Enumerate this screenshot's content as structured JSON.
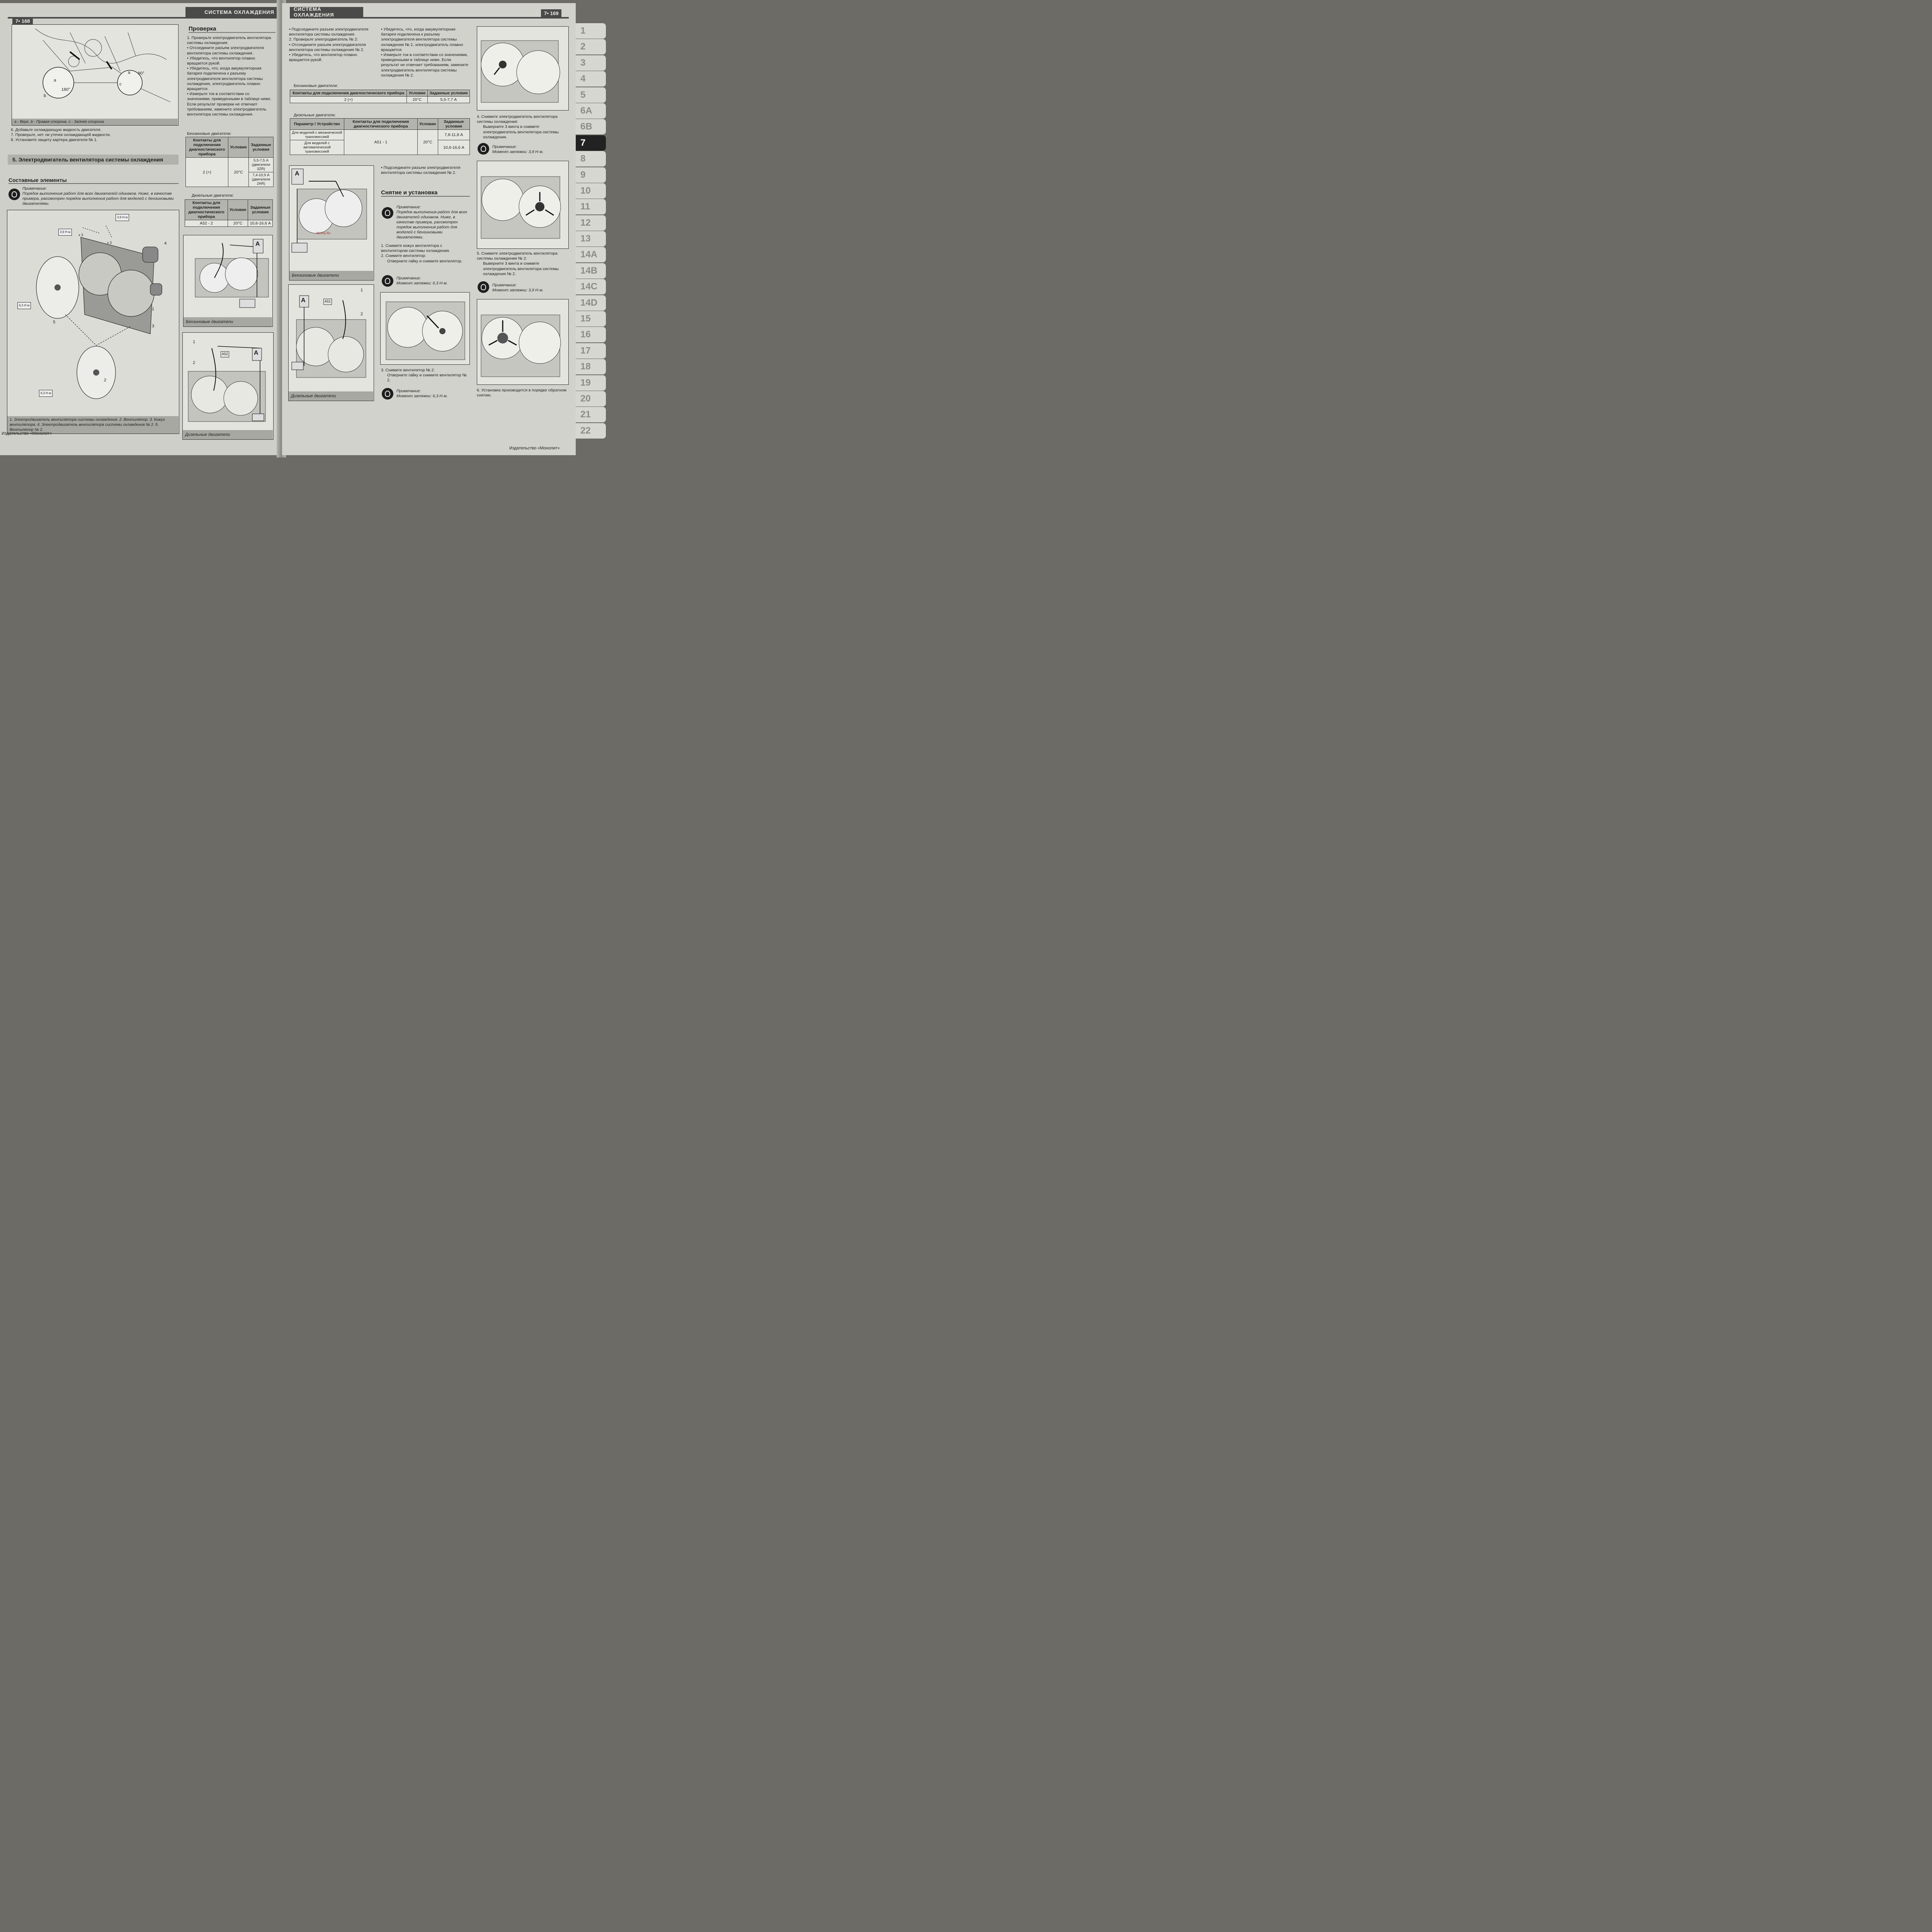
{
  "left_page": {
    "running_head": "СИСТЕМА ОХЛАЖДЕНИЯ",
    "page_number": "168",
    "top_figure": {
      "labels": {
        "a": "a",
        "b": "b",
        "c": "c",
        "deg180": "180°",
        "deg90": "90°"
      },
      "caption": "a - Верх. b - Правая сторона. c - Задняя сторона."
    },
    "steps_top": [
      "6. Добавьте охлаждающую жидкость двигателя.",
      "7. Проверьте, нет ли утечек охлаждающей жидкости.",
      "8. Установите защиту картера двигателя № 1."
    ],
    "section_title": "5. Электродвигатель вентилятора системы охлаждения",
    "subsection_title": "Составные элементы",
    "note": {
      "title": "Примечание:",
      "text": "Порядок выполнения работ для всех двигателей одинаков. Ниже, в качестве примера, рассмотрен порядок выполнения работ для моделей с бензиновыми двигателями."
    },
    "exploded": {
      "torque_a": "3,9 Н·м",
      "torque_b": "3,9 Н·м",
      "torque_c": "6,3 Н·м",
      "torque_d": "6,3 Н·м",
      "x3a": "x 3",
      "x3b": "x 3",
      "n1": "1",
      "n2": "2",
      "n3": "3",
      "n4": "4",
      "n5": "5",
      "caption": "1. Электродвигатель вентилятора системы охлаждения. 2. Вентилятор. 3. Кожух вентилятора. 4. Электродвигатель вентилятора системы охлаждения № 2. 5. Вентилятор № 2."
    },
    "check_title": "Проверка",
    "check_text": [
      "1. Проверьте электродвигатель вентилятора системы охлаждения:",
      "• Отсоедините разъем электродвигателя вентилятора системы охлаждения.",
      "• Убедитесь, что вентилятор плавно вращается рукой.",
      "• Убедитесь, что, когда аккумуляторная батарея подключена к разъему электродвигателя вентилятора системы охлаждения, электродвигатель плавно вращается.",
      "• Измерьте ток в соответствии со значениями, приведенными в таблице ниже. Если результат проверки не отвечает требованиям, замените электродвигатель вентилятора системы охлаждения."
    ],
    "petrol_label": "Бензиновые двигатели:",
    "petrol_table": {
      "headers": [
        "Контакты для подключения диагностического прибора",
        "Условие",
        "Заданные условия"
      ],
      "contact": "2 (+)",
      "condition": "20°C",
      "spec1": "5,5-7,5 А (двигатели 3ZR)",
      "spec2": "7,4-10,9 А (двигатели 2AR)"
    },
    "diesel_label": "Дизельные двигатели:",
    "diesel_table": {
      "headers": [
        "Контакты для подключения диагностического прибора",
        "Условие",
        "Заданные условия"
      ],
      "contact": "A52 - 2",
      "condition": "20°C",
      "spec": "10,6-16,6 А"
    },
    "fig_petrol_caption": "Бензиновые двигатели",
    "fig_diesel_caption": "Дизельные двигатели",
    "fig_diesel_labels": {
      "n1": "1",
      "n2": "2",
      "conn": "A52",
      "meter": "A"
    },
    "fig_petrol_meter": "A",
    "footer": "Издательство «Монолит»"
  },
  "right_page": {
    "running_head": "СИСТЕМА ОХЛАЖДЕНИЯ",
    "page_number": "169",
    "col1_text": [
      "• Подсоедините разъем электродвигателя вентилятора системы охлаждения.",
      "2. Проверьте электродвигатель № 2:",
      "• Отсоедините разъем электродвигателя вентилятора системы охлаждения № 2.",
      "• Убедитесь, что вентилятор плавно вращается рукой."
    ],
    "col2_text": [
      "• Убедитесь, что, когда аккумуляторная батарея подключена к разъему электродвигателя вентилятора системы охлаждения № 2, электродвигатель плавно вращается.",
      "• Измерьте ток в соответствии со значениями, приведенными в таблице ниже. Если результат не отвечает требованиям, замените электродвигатель вентилятора системы охлаждения № 2."
    ],
    "petrol_label": "Бензиновые двигатели:",
    "petrol_table": {
      "headers": [
        "Контакты для подключения диагностического прибора",
        "Условие",
        "Заданные условия"
      ],
      "contact": "2 (+)",
      "condition": "20°C",
      "spec": "5,5-7,7 А"
    },
    "diesel_label": "Дизельные двигатели:",
    "diesel_table": {
      "headers": [
        "Параметр / Устройство",
        "Контакты для подключения диагностического прибора",
        "Условие",
        "Заданные условия"
      ],
      "row1": "Для моделей с механической трансмиссией",
      "row2": "Для моделей с автоматической трансмиссией",
      "contact": "A51 - 1",
      "condition": "20°C",
      "spec1": "7,8-11,8 А",
      "spec2": "10,6-16,6 А"
    },
    "reconnect_text": "• Подсоедините разъем электродвигателя вентилятора системы охлаждения № 2.",
    "removal_title": "Снятие и установка",
    "note1": {
      "title": "Примечание:",
      "text": "Порядок выполнения работ для всех двигателей одинаков. Ниже, в качестве примера, рассмотрен порядок выполнения работ для моделей с бензиновыми двигателями."
    },
    "removal_steps": [
      "1. Снимите кожух вентилятора с вентилятором системы охлаждения.",
      "2. Снимите вентилятор:",
      "Отверните гайку и снимите вентилятор."
    ],
    "note2": {
      "title": "Примечание:",
      "text": "Момент затяжки: 6,3 Н·м."
    },
    "step3": [
      "3. Снимите вентилятор № 2:",
      "Отверните гайку и снимите вентилятор № 2."
    ],
    "note3": {
      "title": "Примечание:",
      "text": "Момент затяжки: 6,3 Н·м."
    },
    "fig_petrol_caption": "Бензиновые двигатели",
    "fig_diesel_caption": "Дизельные двигатели",
    "fig_diesel_labels": {
      "n1": "1",
      "n2": "2",
      "conn": "A51",
      "meter": "A"
    },
    "fig_petrol_meter": "A",
    "watermark": "McGrp.Ru",
    "step4": [
      "4. Снимите электродвигатель вентилятора системы охлаждения:",
      "Выверните 3 винта и снимите электродвигатель вентилятора системы охлаждения."
    ],
    "note4": {
      "title": "Примечание:",
      "text": "Момент затяжки: 3,9 Н·м."
    },
    "step5": [
      "5. Снимите электродвигатель вентилятора системы охлаждения № 2:",
      "Выверните 3 винта и снимите электродвигатель вентилятора системы охлаждения № 2."
    ],
    "note5": {
      "title": "Примечание:",
      "text": "Момент затяжки: 3,9 Н·м."
    },
    "step6": "6. Установка производится в порядке обратном снятию.",
    "footer": "Издательство «Монолит»"
  },
  "chapter_tabs": [
    "1",
    "2",
    "3",
    "4",
    "5",
    "6A",
    "6B",
    "7",
    "8",
    "9",
    "10",
    "11",
    "12",
    "13",
    "14A",
    "14B",
    "14C",
    "14D",
    "15",
    "16",
    "17",
    "18",
    "19",
    "20",
    "21",
    "22"
  ],
  "active_tab": "7"
}
